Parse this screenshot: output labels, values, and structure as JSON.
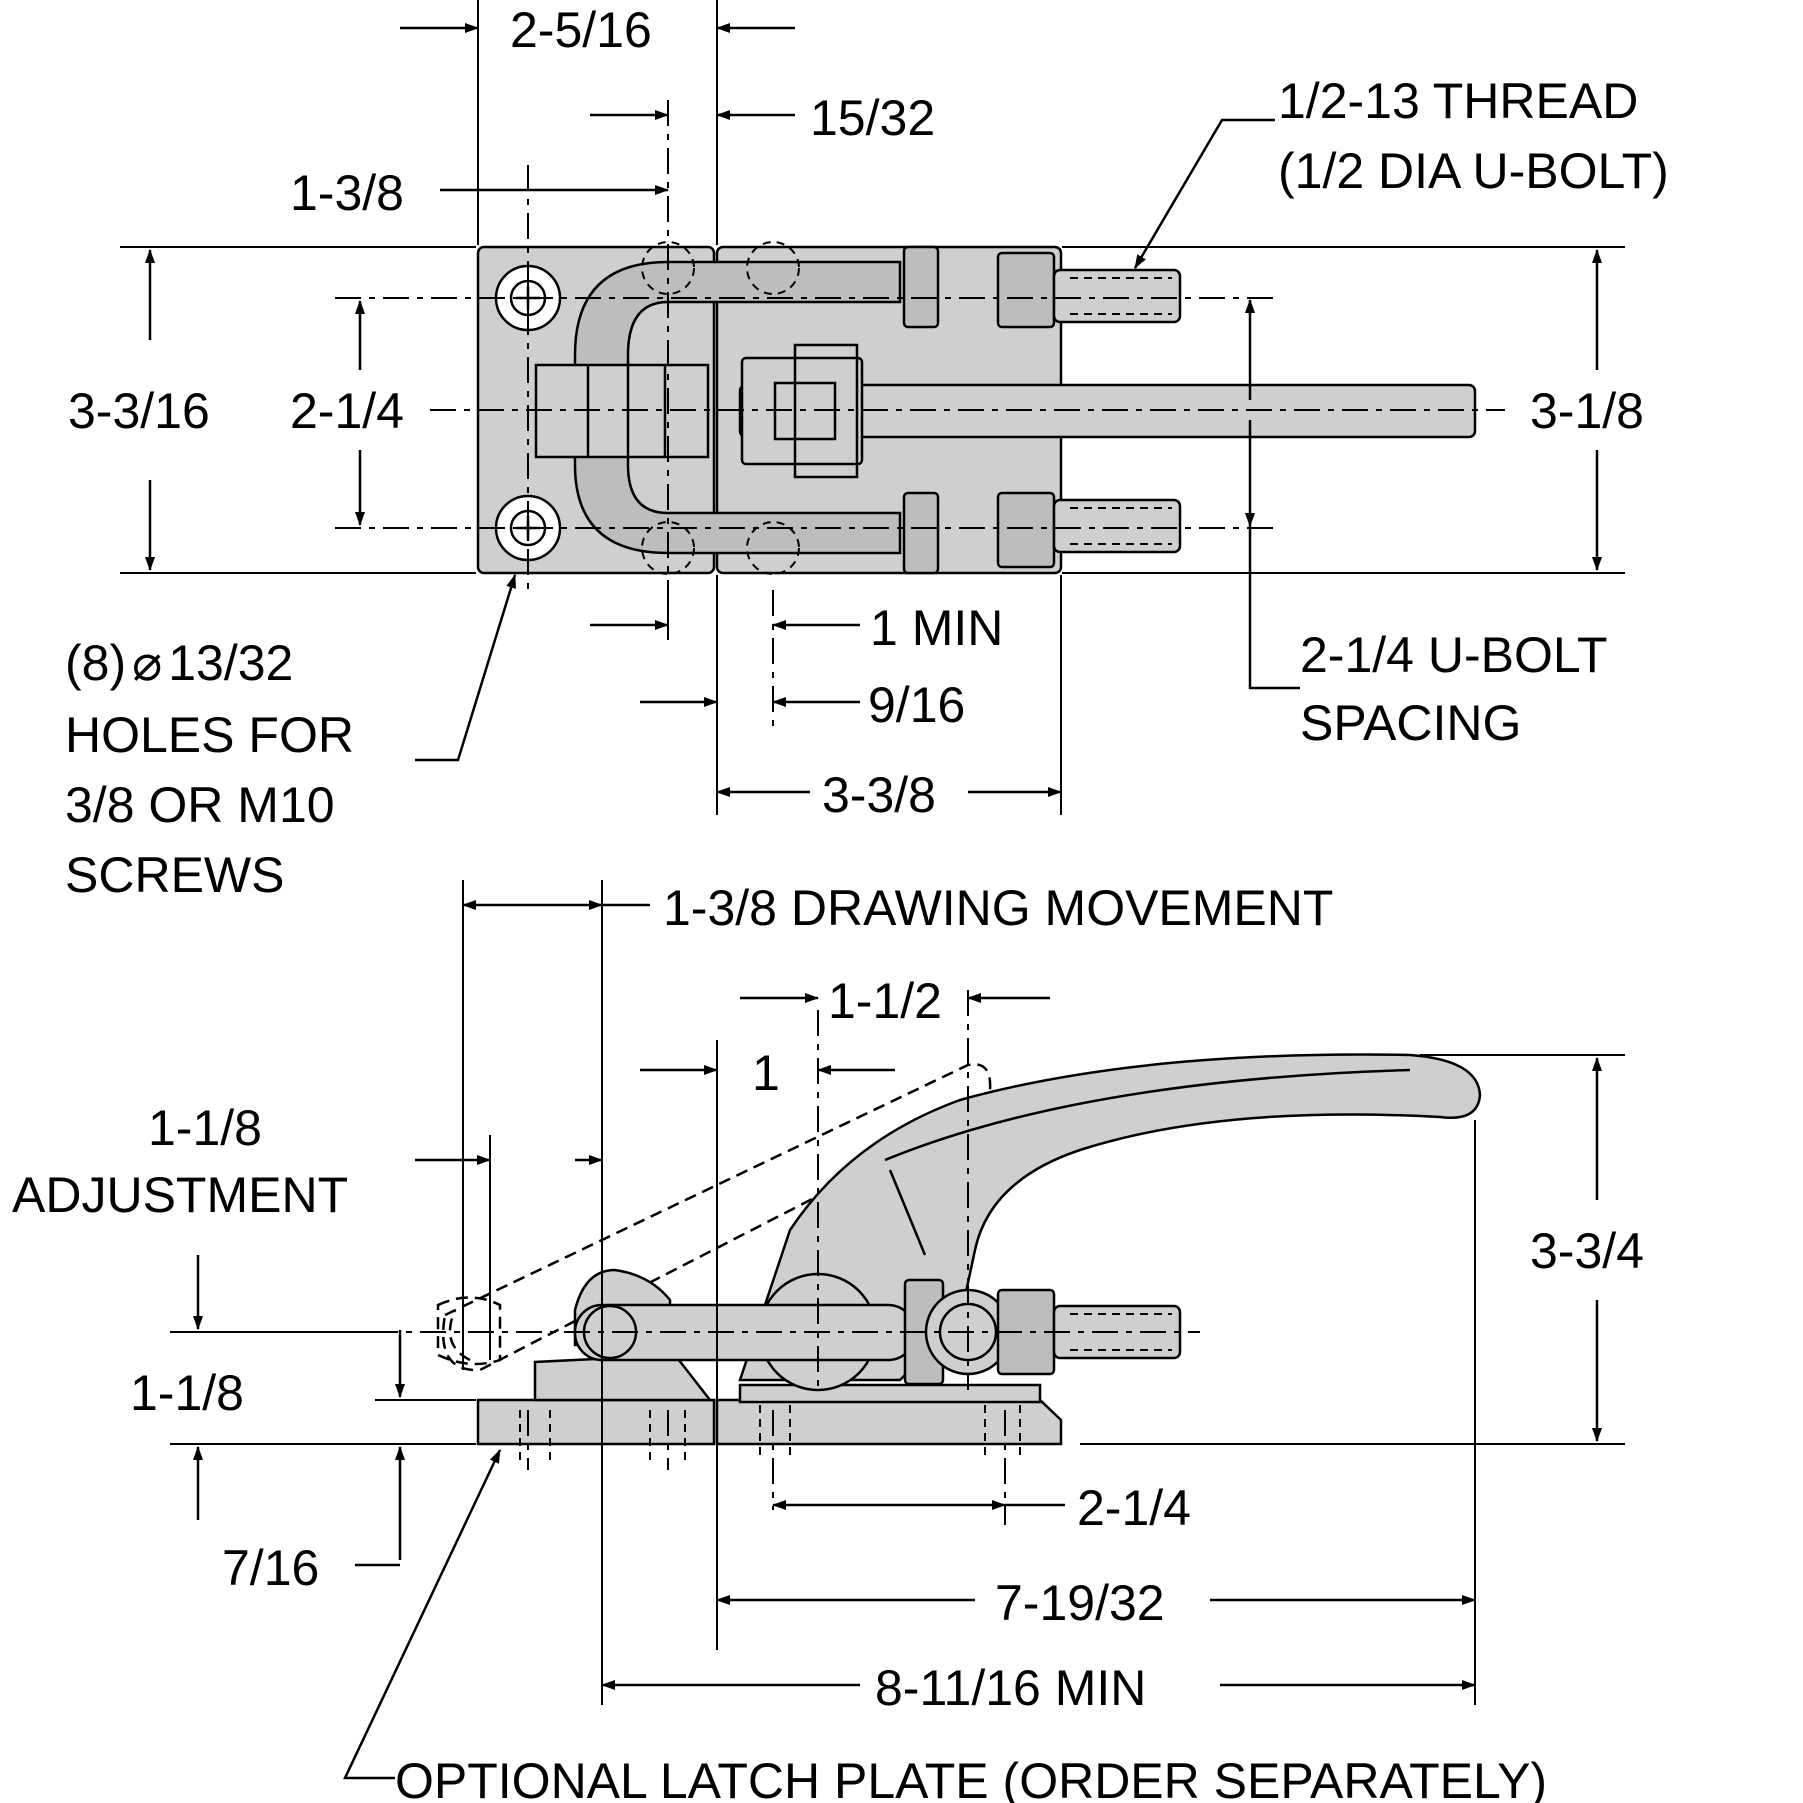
{
  "top_view": {
    "dim_2_5_16": "2-5/16",
    "dim_15_32": "15/32",
    "dim_1_3_8": "1-3/8",
    "dim_3_3_16": "3-3/16",
    "dim_2_1_4": "2-1/4",
    "dim_3_1_8": "3-1/8",
    "thread_line1": "1/2-13 THREAD",
    "thread_line2": "(1/2 DIA U-BOLT)",
    "holes_line1": "(8)",
    "holes_diameter_symbol": "⌀",
    "holes_line1_value": "13/32",
    "holes_line2": "HOLES FOR",
    "holes_line3": "3/8 OR M10",
    "holes_line4": "SCREWS",
    "dim_1_min": "1 MIN",
    "dim_9_16": "9/16",
    "dim_3_3_8": "3-3/8",
    "ubolt_line1": "2-1/4 U-BOLT",
    "ubolt_line2": "SPACING"
  },
  "side_view": {
    "drawing_movement": "1-3/8 DRAWING MOVEMENT",
    "dim_1_1_2": "1-1/2",
    "dim_1": "1",
    "adjust_line1": "1-1/8",
    "adjust_line2": "ADJUSTMENT",
    "dim_1_1_8": "1-1/8",
    "dim_3_3_4": "3-3/4",
    "dim_7_16": "7/16",
    "dim_2_1_4": "2-1/4",
    "dim_7_19_32": "7-19/32",
    "dim_8_11_16": "8-11/16 MIN",
    "latch_plate_note": "OPTIONAL LATCH PLATE (ORDER SEPARATELY)"
  },
  "colors": {
    "part_fill": "#cfcfcf",
    "line": "#000000",
    "background": "#ffffff"
  }
}
